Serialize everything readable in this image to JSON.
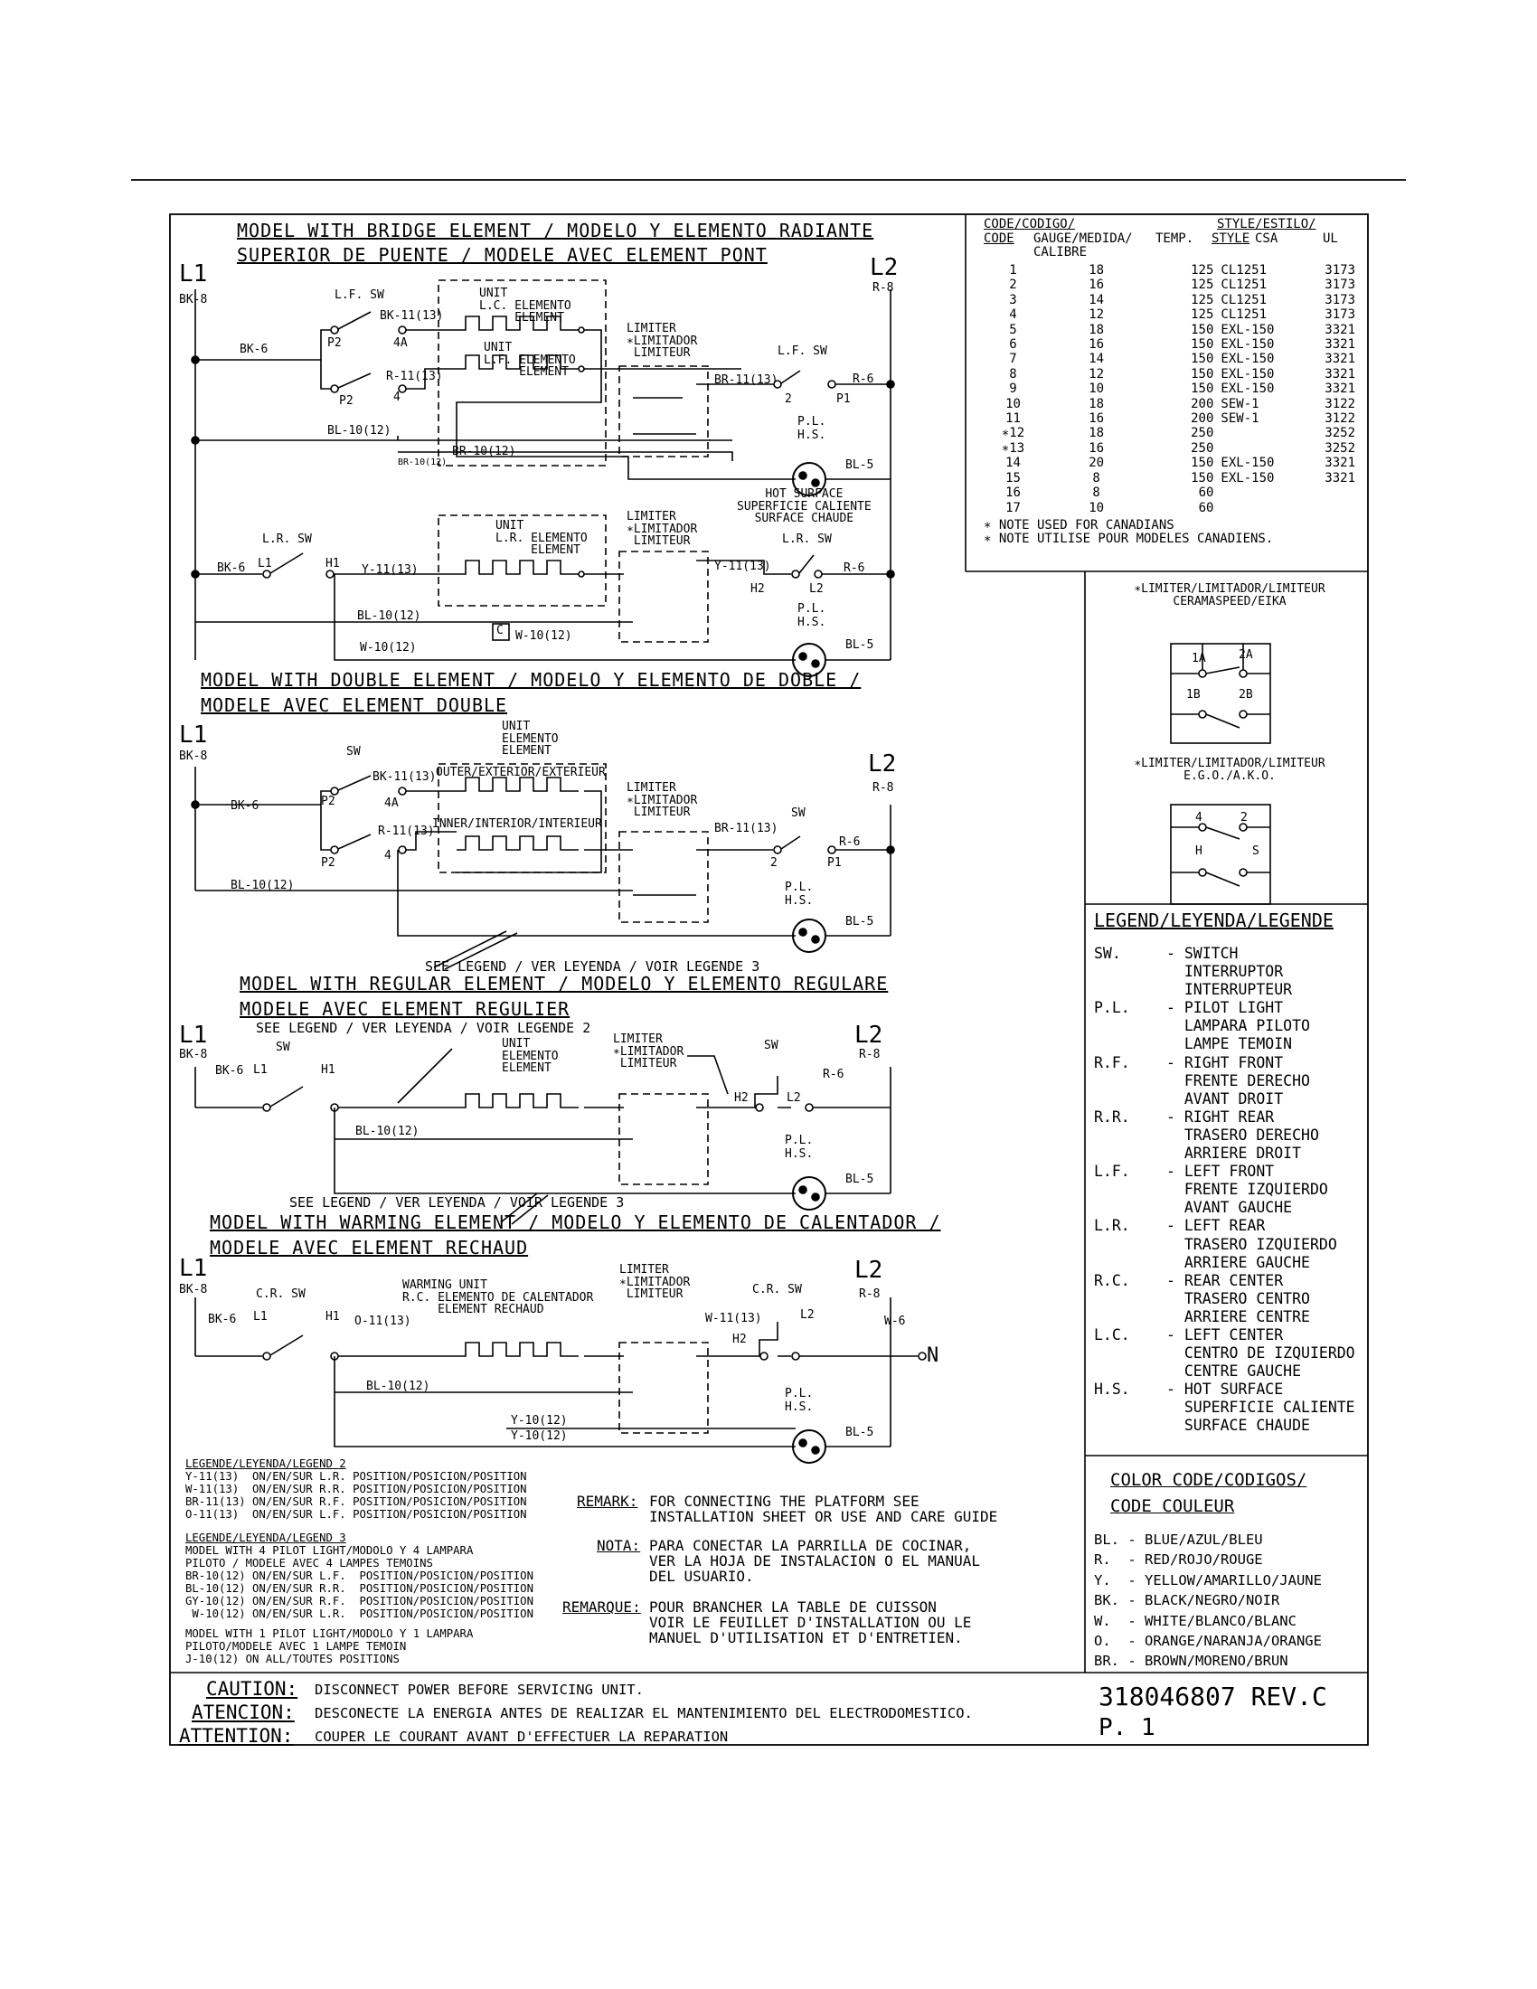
{
  "section_titles": {
    "bridge_1": "MODEL WITH BRIDGE ELEMENT / MODELO Y ELEMENTO RADIANTE",
    "bridge_2": "SUPERIOR DE PUENTE / MODELE AVEC ELEMENT PONT",
    "double_1": "MODEL WITH DOUBLE ELEMENT / MODELO Y ELEMENTO DE DOBLE /",
    "double_2": "MODELE AVEC ELEMENT DOUBLE",
    "regular_1": "MODEL WITH REGULAR ELEMENT / MODELO Y ELEMENTO REGULARE",
    "regular_2": "MODELE AVEC ELEMENT REGULIER",
    "warming_1": "MODEL WITH WARMING ELEMENT / MODELO Y ELEMENTO DE CALENTADOR /",
    "warming_2": "MODELE AVEC ELEMENT RECHAUD"
  },
  "see_legend_2": "SEE LEGEND / VER LEYENDA / VOIR LEGENDE 2",
  "see_legend_3": "SEE LEGEND / VER LEYENDA / VOIR LEGENDE 3",
  "labels": {
    "L1": "L1",
    "L2": "L2",
    "BK8": "BK-8",
    "R8": "R-8",
    "BK6": "BK-6",
    "R6": "R-6",
    "BL5": "BL-5",
    "LF_SW": "L.F. SW",
    "LR_SW": "L.R. SW",
    "SW": "SW",
    "CR_SW": "C.R. SW",
    "BK11": "BK-11(13)",
    "R11": "R-11(13)",
    "BR11": "BR-11(13)",
    "BL10": "BL-10(12)",
    "BR10": "BR-10(12)",
    "Y11": "Y-11(13)",
    "W10": "W-10(12)",
    "O11": "O-11(13)",
    "W11": "W-11(13)",
    "W6": "W-6",
    "Y10": "Y-10(12)",
    "P1": "P1",
    "P2": "P2",
    "4A": "4A",
    "4": "4",
    "2": "2",
    "H1": "H1",
    "H2": "H2",
    "N": "N",
    "C": "C",
    "PL": "P.L.",
    "HS": "H.S.",
    "unit_lc": "UNIT\nL.C. ELEMENTO\n     ELEMENT",
    "unit_lf": "UNIT\nL.F. ELEMENTO\n     ELEMENT",
    "unit_lr": "UNIT\nL.R. ELEMENTO\n     ELEMENT",
    "unit": "UNIT\nELEMENTO\nELEMENT",
    "unit_rc": "WARMING UNIT\nR.C. ELEMENTO DE CALENTADOR\n     ELEMENT RECHAUD",
    "limiter": "LIMITER\n∗LIMITADOR\n LIMITEUR",
    "hot_surface": "HOT SURFACE\nSUPERFICIE CALIENTE\nSURFACE CHAUDE",
    "outer": "OUTER/EXTERIOR/EXTERIEUR",
    "inner": "INNER/INTERIOR/INTERIEUR"
  },
  "code_table": {
    "header_left": "CODE/CODIGO/",
    "header_right": "STYLE/ESTILO/",
    "col_code": "CODE",
    "col_gauge": "GAUGE/MEDIDA/\nCALIBRE",
    "col_temp": "TEMP.",
    "col_style": "STYLE",
    "col_csa": "CSA",
    "col_ul": "UL",
    "rows": [
      [
        "1",
        "18",
        "125",
        "CL1251",
        "3173"
      ],
      [
        "2",
        "16",
        "125",
        "CL1251",
        "3173"
      ],
      [
        "3",
        "14",
        "125",
        "CL1251",
        "3173"
      ],
      [
        "4",
        "12",
        "125",
        "CL1251",
        "3173"
      ],
      [
        "5",
        "18",
        "150",
        "EXL-150",
        "3321"
      ],
      [
        "6",
        "16",
        "150",
        "EXL-150",
        "3321"
      ],
      [
        "7",
        "14",
        "150",
        "EXL-150",
        "3321"
      ],
      [
        "8",
        "12",
        "150",
        "EXL-150",
        "3321"
      ],
      [
        "9",
        "10",
        "150",
        "EXL-150",
        "3321"
      ],
      [
        "10",
        "18",
        "200",
        "SEW-1",
        "3122"
      ],
      [
        "11",
        "16",
        "200",
        "SEW-1",
        "3122"
      ],
      [
        "∗12",
        "18",
        "250",
        "",
        "3252"
      ],
      [
        "∗13",
        "16",
        "250",
        "",
        "3252"
      ],
      [
        "14",
        "20",
        "150",
        "EXL-150",
        "3321"
      ],
      [
        "15",
        "8",
        "150",
        "EXL-150",
        "3321"
      ],
      [
        "16",
        "8",
        "60",
        "",
        ""
      ],
      [
        "17",
        "10",
        "60",
        "",
        ""
      ]
    ],
    "note_1": "∗ NOTE USED FOR CANADIANS",
    "note_2": "∗ NOTE UTILISE POUR MODELES CANADIENS."
  },
  "limiter_boxes": {
    "a_title": "∗LIMITER/LIMITADOR/LIMITEUR\nCERAMASPEED/EIKA",
    "a_1a": "1A",
    "a_2a": "2A",
    "a_1b": "1B",
    "a_2b": "2B",
    "b_title": "∗LIMITER/LIMITADOR/LIMITEUR\nE.G.O./A.K.O.",
    "b_4": "4",
    "b_2": "2",
    "b_h": "H",
    "b_s": "S"
  },
  "legend": {
    "title": "LEGEND/LEYENDA/LEGENDE",
    "items": [
      [
        "SW.",
        "SWITCH\nINTERRUPTOR\nINTERRUPTEUR"
      ],
      [
        "P.L.",
        "PILOT LIGHT\nLAMPARA PILOTO\nLAMPE TEMOIN"
      ],
      [
        "R.F.",
        "RIGHT FRONT\nFRENTE DERECHO\nAVANT DROIT"
      ],
      [
        "R.R.",
        "RIGHT REAR\nTRASERO DERECHO\nARRIERE DROIT"
      ],
      [
        "L.F.",
        "LEFT FRONT\nFRENTE IZQUIERDO\nAVANT GAUCHE"
      ],
      [
        "L.R.",
        "LEFT REAR\nTRASERO IZQUIERDO\nARRIERE GAUCHE"
      ],
      [
        "R.C.",
        "REAR CENTER\nTRASERO CENTRO\nARRIERE CENTRE"
      ],
      [
        "L.C.",
        "LEFT CENTER\nCENTRO DE IZQUIERDO\nCENTRE GAUCHE"
      ],
      [
        "H.S.",
        "HOT SURFACE\nSUPERFICIE CALIENTE\nSURFACE CHAUDE"
      ]
    ]
  },
  "color_code": {
    "title_1": "COLOR CODE/CODIGOS/",
    "title_2": "CODE COULEUR",
    "items": [
      "BL. - BLUE/AZUL/BLEU",
      "R.  - RED/ROJO/ROUGE",
      "Y.  - YELLOW/AMARILLO/JAUNE",
      "BK. - BLACK/NEGRO/NOIR",
      "W.  - WHITE/BLANCO/BLANC",
      "O.  - ORANGE/NARANJA/ORANGE",
      "BR. - BROWN/MORENO/BRUN"
    ]
  },
  "legend2": {
    "title": "LEGENDE/LEYENDA/LEGEND 2",
    "lines": [
      "Y-11(13)  ON/EN/SUR L.R. POSITION/POSICION/POSITION",
      "W-11(13)  ON/EN/SUR R.R. POSITION/POSICION/POSITION",
      "BR-11(13) ON/EN/SUR R.F. POSITION/POSICION/POSITION",
      "O-11(13)  ON/EN/SUR L.F. POSITION/POSICION/POSITION"
    ]
  },
  "legend3": {
    "title": "LEGENDE/LEYENDA/LEGEND 3",
    "lines": [
      "MODEL WITH 4 PILOT LIGHT/MODOLO Y 4 LAMPARA",
      "PILOTO / MODELE AVEC 4 LAMPES TEMOINS",
      "BR-10(12) ON/EN/SUR L.F.  POSITION/POSICION/POSITION",
      "BL-10(12) ON/EN/SUR R.R.  POSITION/POSICION/POSITION",
      "GY-10(12) ON/EN/SUR R.F.  POSITION/POSICION/POSITION",
      " W-10(12) ON/EN/SUR L.R.  POSITION/POSICION/POSITION"
    ],
    "lines_b": [
      "MODEL WITH 1 PILOT LIGHT/MODOLO Y 1 LAMPARA",
      "PILOTO/MODELE AVEC 1 LAMPE TEMOIN",
      "J-10(12) ON ALL/TOUTES POSITIONS"
    ]
  },
  "remarks": {
    "remark_label": "REMARK:",
    "remark_text": "FOR CONNECTING THE PLATFORM SEE\nINSTALLATION SHEET OR USE AND CARE GUIDE",
    "nota_label": "NOTA:",
    "nota_text": "PARA CONECTAR LA PARRILLA DE COCINAR,\nVER LA HOJA DE INSTALACION O EL MANUAL\nDEL USUARIO.",
    "remarque_label": "REMARQUE:",
    "remarque_text": "POUR BRANCHER LA TABLE DE CUISSON\nVOIR LE FEUILLET D'INSTALLATION OU LE\nMANUEL D'UTILISATION ET D'ENTRETIEN."
  },
  "caution": {
    "caution_label": "CAUTION:",
    "caution_text": "DISCONNECT POWER BEFORE SERVICING UNIT.",
    "atencion_label": "ATENCION:",
    "atencion_text": "DESCONECTE LA ENERGIA ANTES DE REALIZAR EL MANTENIMIENTO DEL ELECTRODOMESTICO.",
    "attention_label": "ATTENTION:",
    "attention_text": "COUPER LE COURANT AVANT D'EFFECTUER LA REPARATION"
  },
  "part_number": "318046807 REV.C",
  "page": "P. 1"
}
